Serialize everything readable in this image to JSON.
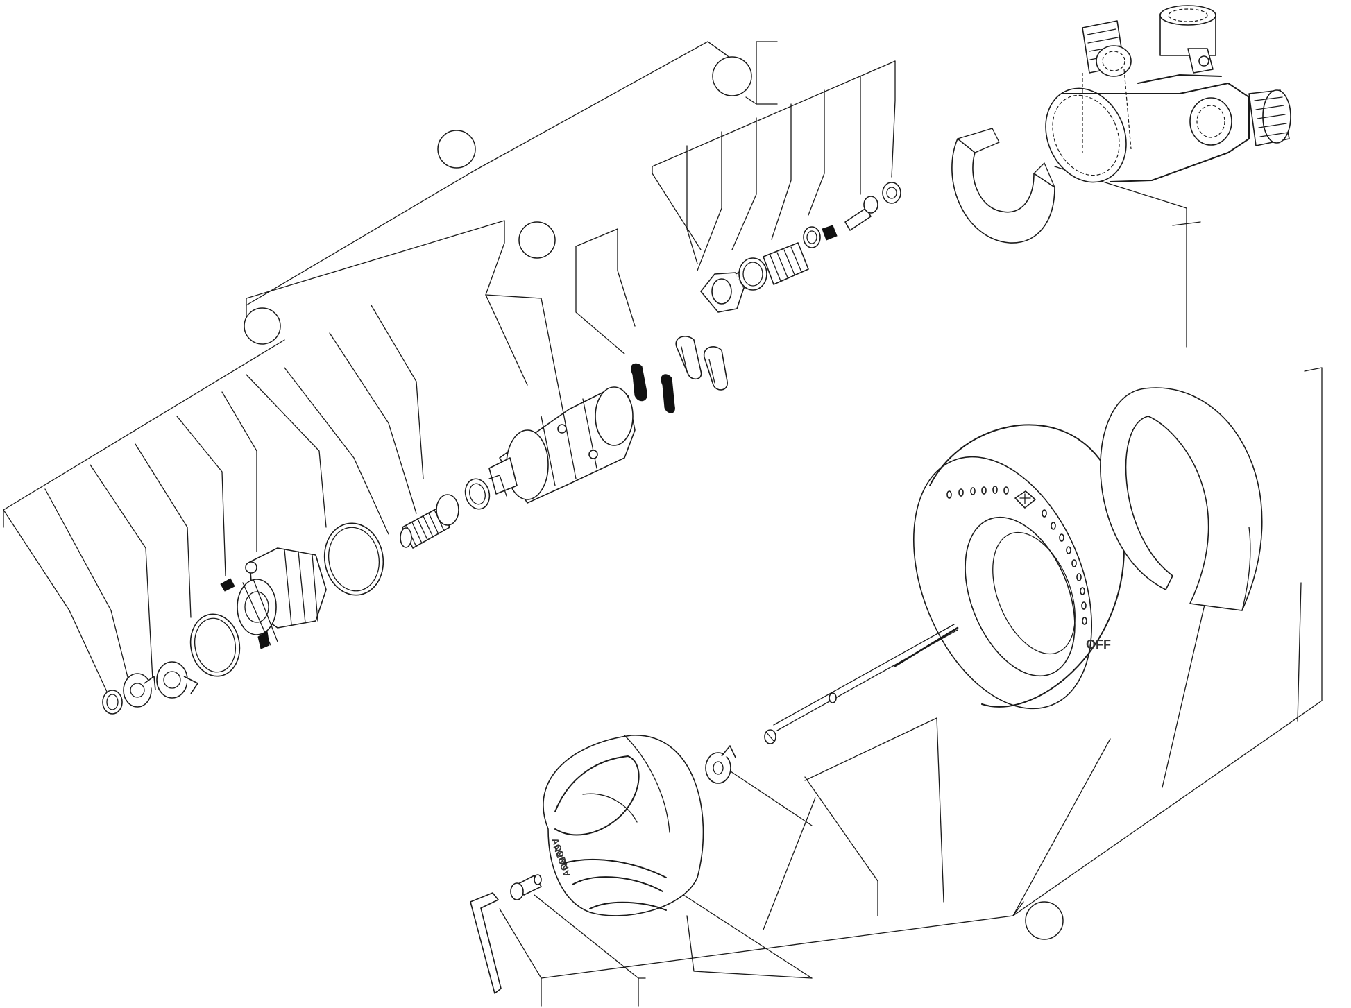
{
  "diagram": {
    "type": "exploded-parts-diagram",
    "printed_text": {
      "trim_position_label": "OFF",
      "handle_logo_text": [
        "ACORN",
        "ACORN"
      ]
    },
    "callout_circles": [
      {
        "id": "cartridge-kit",
        "number": ""
      },
      {
        "id": "stem-kit",
        "number": ""
      },
      {
        "id": "cartridge-parts",
        "number": ""
      },
      {
        "id": "check-stop-kit",
        "number": ""
      },
      {
        "id": "trim-kit",
        "number": ""
      }
    ],
    "colors": {
      "line": "#1a1a1a",
      "background": "#ffffff",
      "shaded_parts": "#111111"
    },
    "icons": [
      "hex-nut-icon",
      "spring-icon",
      "o-ring-icon",
      "valve-body-icon",
      "handle-icon",
      "allen-wrench-icon"
    ]
  }
}
